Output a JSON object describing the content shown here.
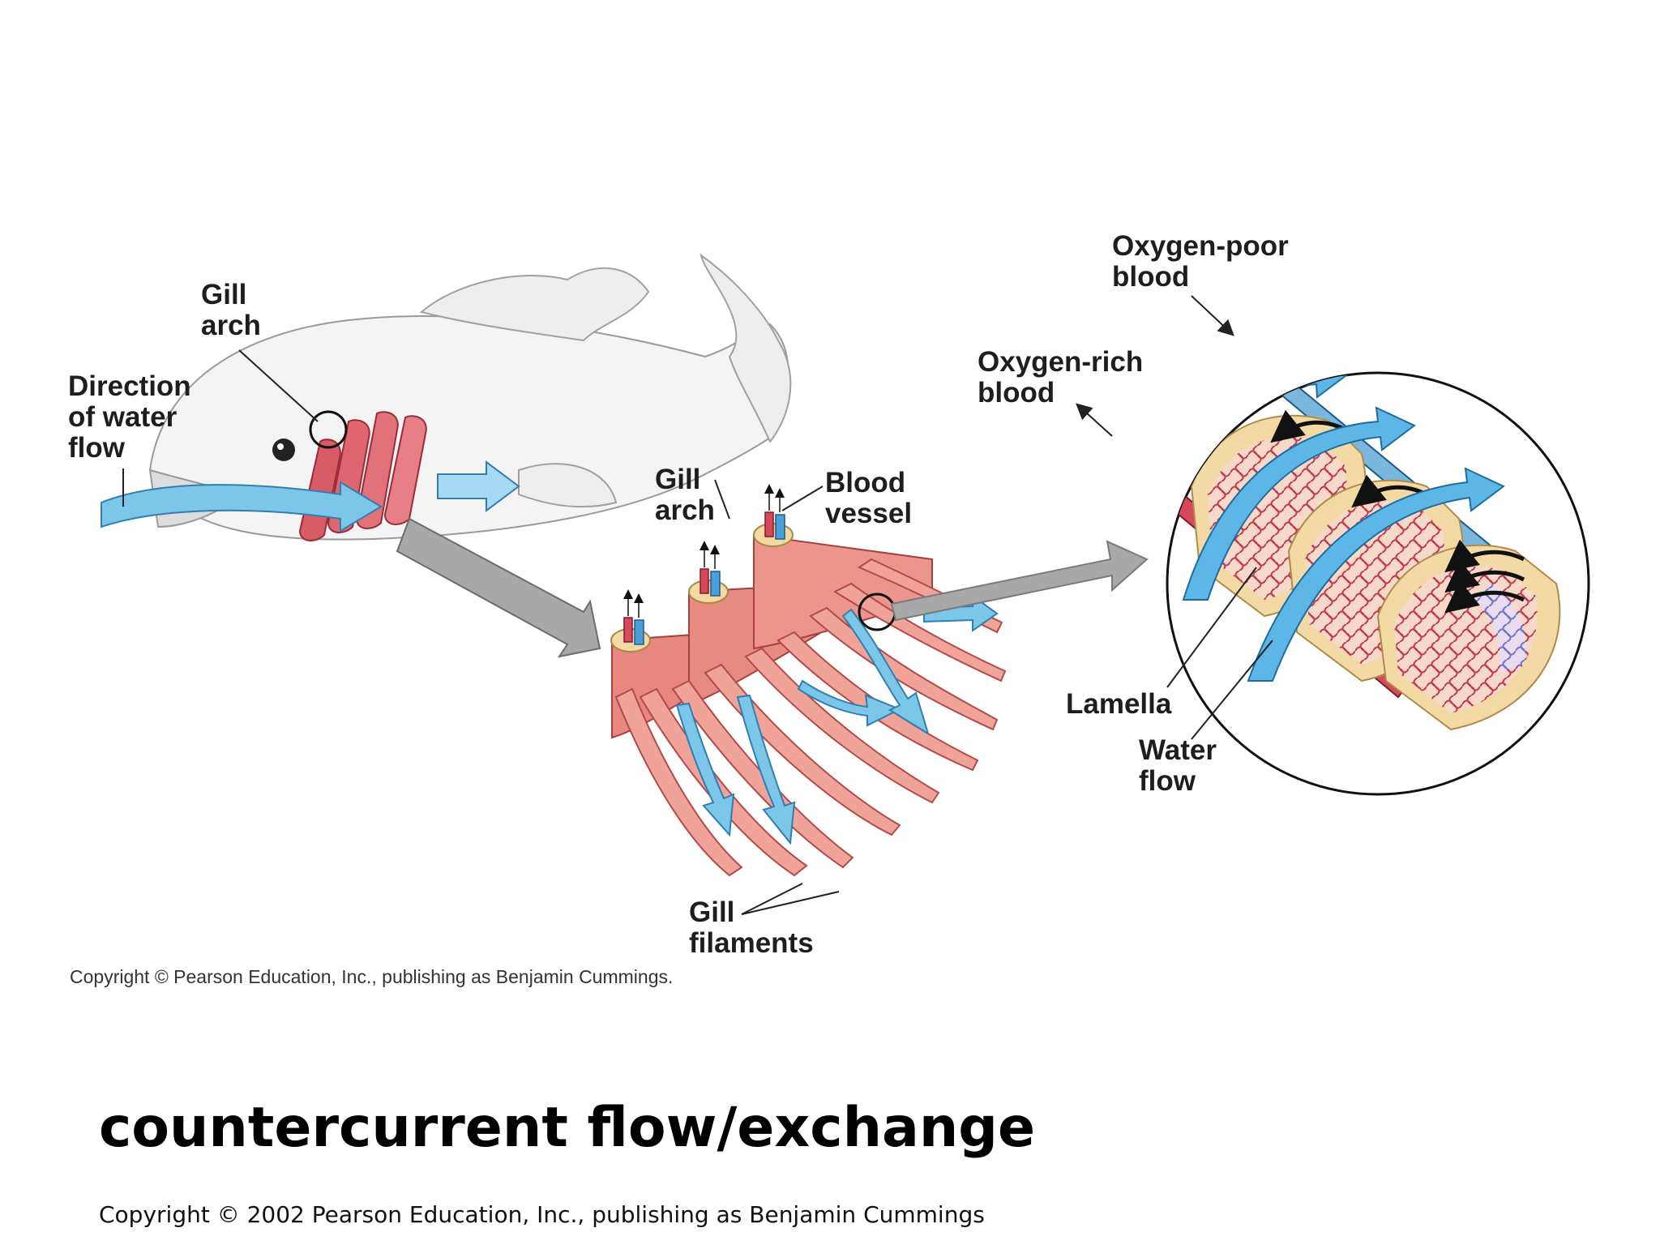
{
  "labels": {
    "gill_arch_fish": [
      "Gill",
      "arch"
    ],
    "direction_of_water_flow": [
      "Direction",
      "of water",
      "flow"
    ],
    "gill_arch_detail": [
      "Gill",
      "arch"
    ],
    "blood_vessel": [
      "Blood",
      "vessel"
    ],
    "gill_filaments": [
      "Gill",
      "filaments"
    ],
    "oxygen_poor_blood": [
      "Oxygen-poor",
      "blood"
    ],
    "oxygen_rich_blood": [
      "Oxygen-rich",
      "blood"
    ],
    "lamella": "Lamella",
    "water_flow": [
      "Water",
      "flow"
    ]
  },
  "figure_credit": "Copyright © Pearson Education, Inc., publishing as Benjamin Cummings.",
  "slide_title": "countercurrent flow/exchange",
  "slide_copyright": "Copyright © 2002 Pearson Education, Inc., publishing as Benjamin Cummings",
  "colors": {
    "water_arrow": "#7cc6ea",
    "oxygen_rich_vessel": "#d9475a",
    "oxygen_poor_vessel": "#4a9fd8",
    "gill_tissue": "#e8877f",
    "gill_arch_cartilage": "#f3d9a4",
    "pointer_arrow": "#a8a8a8"
  }
}
